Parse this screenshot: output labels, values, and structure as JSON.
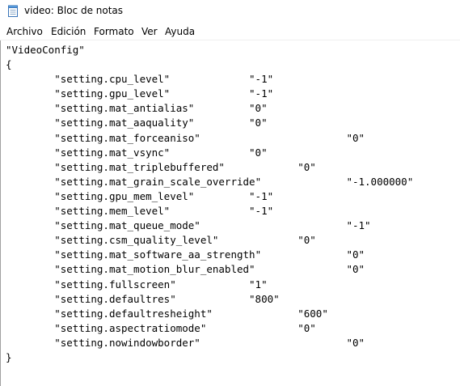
{
  "window": {
    "title": "video: Bloc de notas"
  },
  "menu": {
    "items": [
      {
        "label": "Archivo"
      },
      {
        "label": "Edición"
      },
      {
        "label": "Formato"
      },
      {
        "label": "Ver"
      },
      {
        "label": "Ayuda"
      }
    ]
  },
  "editor": {
    "content": "\"VideoConfig\"\n{\n\t\"setting.cpu_level\"\t\t\"-1\"\n\t\"setting.gpu_level\"\t\t\"-1\"\n\t\"setting.mat_antialias\"\t\t\"0\"\n\t\"setting.mat_aaquality\"\t\t\"0\"\n\t\"setting.mat_forceaniso\"\t\t\t\"0\"\n\t\"setting.mat_vsync\"\t\t\"0\"\n\t\"setting.mat_triplebuffered\"\t\t\"0\"\n\t\"setting.mat_grain_scale_override\"\t\t\"-1.000000\"\n\t\"setting.gpu_mem_level\"\t\t\"-1\"\n\t\"setting.mem_level\"\t\t\"-1\"\n\t\"setting.mat_queue_mode\"\t\t\t\"-1\"\n\t\"setting.csm_quality_level\"\t\t\"0\"\n\t\"setting.mat_software_aa_strength\"\t\t\"0\"\n\t\"setting.mat_motion_blur_enabled\"\t\t\"0\"\n\t\"setting.fullscreen\"\t\t\"1\"\n\t\"setting.defaultres\"\t\t\"800\"\n\t\"setting.defaultresheight\"\t\t\"600\"\n\t\"setting.aspectratiomode\"\t\t\"0\"\n\t\"setting.nowindowborder\"\t\t\t\"0\"\n}"
  }
}
